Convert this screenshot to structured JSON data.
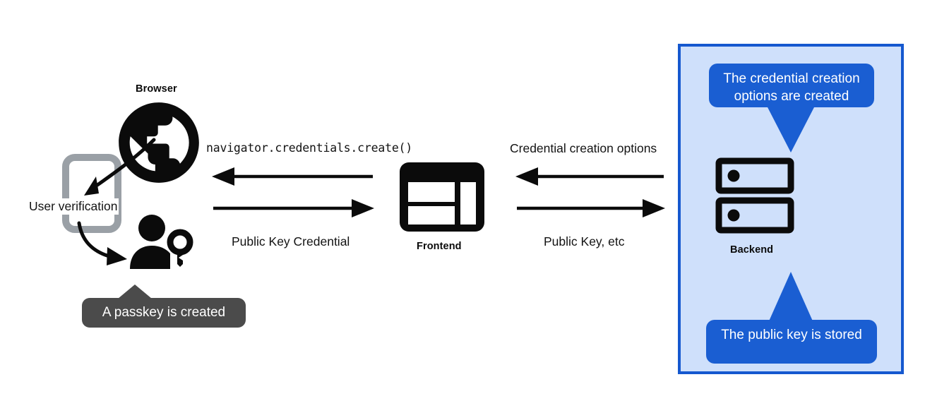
{
  "diagram": {
    "title_labels": {
      "browser": "Browser",
      "frontend": "Frontend",
      "backend": "Backend"
    },
    "left_group": {
      "device_label": "User verification",
      "passkey_callout": "A passkey is created",
      "icons": {
        "globe": "globe-icon",
        "phone": "smartphone-icon",
        "person_key": "person-with-key-icon",
        "curve_top": "curved-arrow-globe-to-phone",
        "curve_bottom": "curved-arrow-phone-to-person"
      }
    },
    "browser_frontend_flow": {
      "top_label": "navigator.credentials.create()",
      "top_direction": "left",
      "bottom_label": "Public Key Credential",
      "bottom_direction": "right"
    },
    "frontend_backend_flow": {
      "top_label": "Credential creation options",
      "top_direction": "left",
      "bottom_label": "Public Key, etc",
      "bottom_direction": "right"
    },
    "backend_panel": {
      "top_callout": "The credential creation options are created",
      "bottom_callout": "The public key is stored",
      "server_icon": "server-stack-icon"
    },
    "colors": {
      "panel_fill": "#cfe0fb",
      "panel_border": "#1558cf",
      "callout_blue": "#1a5ed2",
      "callout_gray": "#4b4b4b",
      "icon_black": "#0b0b0b",
      "icon_gray": "#9aa0a6"
    }
  }
}
